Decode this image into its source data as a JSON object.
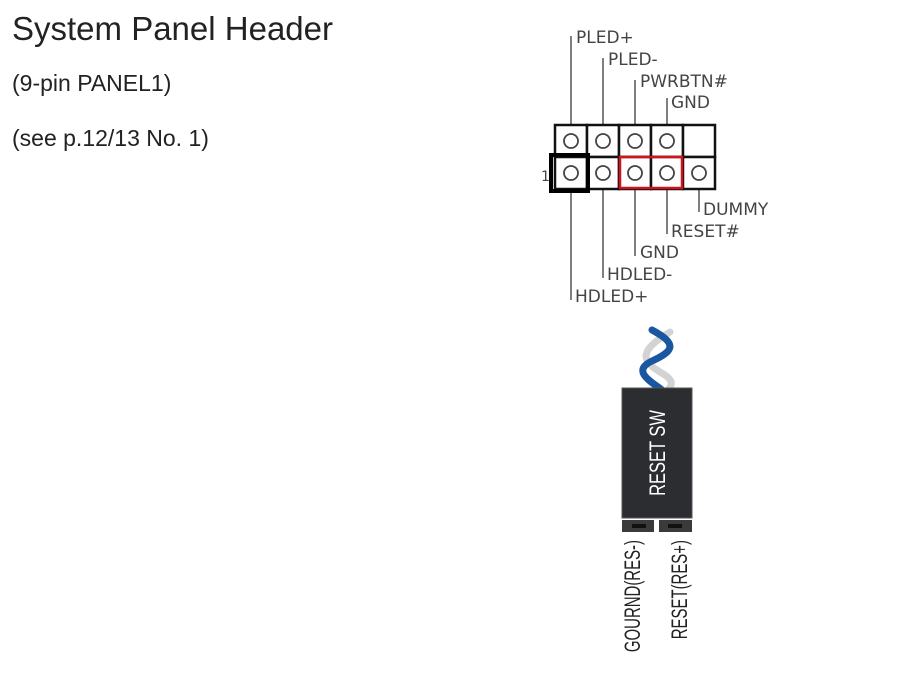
{
  "title": "System Panel Header",
  "subtitle": "(9-pin PANEL1)",
  "reference": "(see p.12/13  No. 1)",
  "header": {
    "pin1_marker": "1",
    "top_labels": [
      "PLED+",
      "PLED-",
      "PWRBTN#",
      "GND"
    ],
    "bottom_labels": [
      "DUMMY",
      "RESET#",
      "GND",
      "HDLED-",
      "HDLED+"
    ],
    "highlight_color": "#d0121b"
  },
  "connector": {
    "label": "RESET SW",
    "pins": [
      "GOURND(RES-)",
      "RESET(RES+)"
    ],
    "wire_colors": [
      "#1a57a0",
      "#d3d3d3"
    ]
  }
}
